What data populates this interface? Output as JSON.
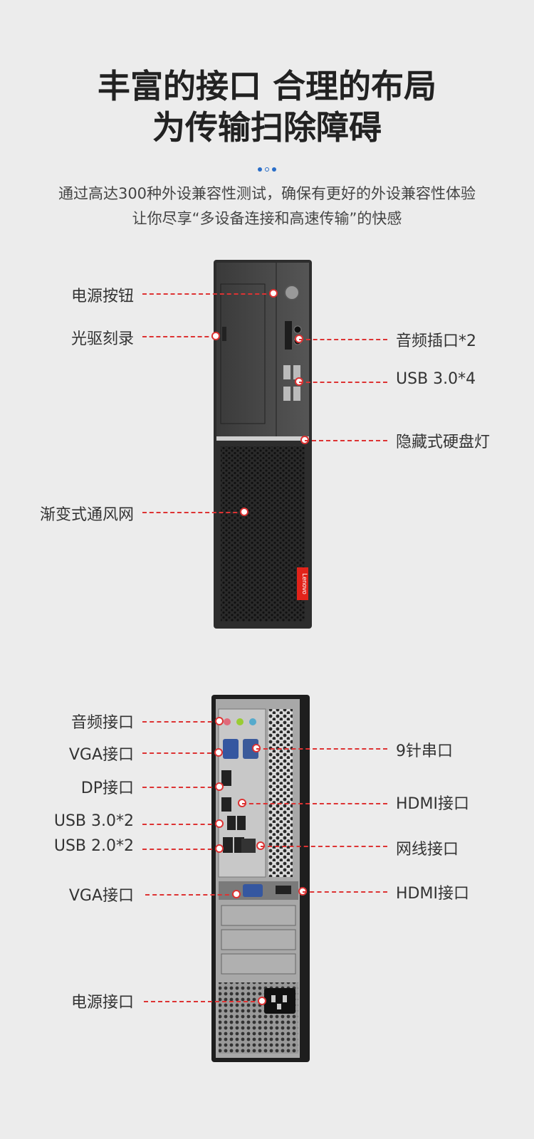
{
  "headline": {
    "line1": "丰富的接口 合理的布局",
    "line2": "为传输扫除障碍"
  },
  "subtitle": {
    "line1": "通过高达300种外设兼容性测试，确保有更好的外设兼容性体验",
    "line2": "让你尽享“多设备连接和高速传输”的快感"
  },
  "front": {
    "brand": "Lenovo",
    "left_labels": [
      "电源按钮",
      "光驱刻录",
      "渐变式通风网"
    ],
    "right_labels": [
      "音频插口*2",
      "USB 3.0*4",
      "隐藏式硬盘灯"
    ]
  },
  "rear": {
    "left_labels": [
      "音频接口",
      "VGA接口",
      "DP接口",
      "USB 3.0*2",
      "USB 2.0*2",
      "VGA接口",
      "电源接口"
    ],
    "right_labels": [
      "9针串口",
      "HDMI接口",
      "网线接口",
      "HDMI接口"
    ]
  },
  "colors": {
    "accent_red": "#dd3333",
    "brand_red": "#e2231a",
    "dot_blue": "#2a6ec8"
  }
}
